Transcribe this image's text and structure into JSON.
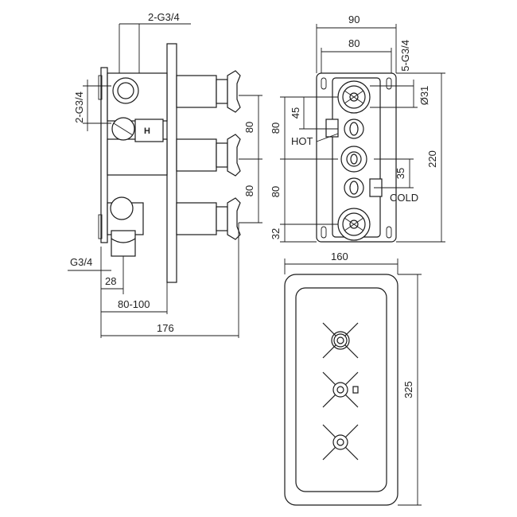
{
  "side_view": {
    "dim_top": "2-G3/4",
    "dim_left": "2-G3/4",
    "dim_inlet": "G3/4",
    "dim_28": "28",
    "dim_80_100": "80-100",
    "dim_176": "176",
    "dim_80_upper": "80",
    "dim_80_lower": "80",
    "hot_mark": "H"
  },
  "rear_view": {
    "dim_90": "90",
    "dim_80": "80",
    "dim_5g34": "5-G3/4",
    "dim_dia31": "Ø31",
    "dim_220": "220",
    "dim_45": "45",
    "dim_80_a": "80",
    "dim_80_b": "80",
    "dim_32": "32",
    "dim_35": "35",
    "label_hot": "HOT",
    "label_cold": "COLD"
  },
  "front_view": {
    "dim_160": "160",
    "dim_325": "325"
  }
}
